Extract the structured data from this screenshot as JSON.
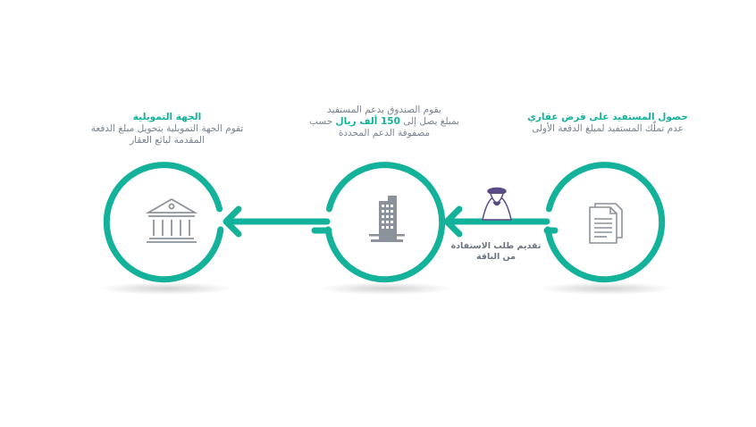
{
  "steps": {
    "beneficiary": {
      "title": "حصول المستفيد على قرض عقاري",
      "description": "عدم تملّك المستفيد لمبلغ الدفعة الأولى",
      "icon": "documents-icon"
    },
    "fund": {
      "line1": "يقوم الصندوق بدعم المستفيد",
      "line2_before": "بمبلغ يصل إلى",
      "amount": "150 ألف ريال",
      "line2_after": "حسب",
      "line3": "مصفوفة الدعم المحددة",
      "icon": "office-building-icon"
    },
    "financier": {
      "title": "الجهة التمويلية",
      "line1": "تقوم الجهة التمويلية بتحويل مبلغ الدفعة",
      "line2": "المقدمة لبائع العقار",
      "icon": "bank-building-icon"
    }
  },
  "connector": {
    "label_line1": "تقديم طلب الاستفادة",
    "label_line2": "من الباقة",
    "icon": "saudi-man-icon"
  },
  "colors": {
    "accent": "#14b29a",
    "icon_gray": "#8c929c",
    "person": "#5a4a86",
    "text": "#7a8390"
  }
}
